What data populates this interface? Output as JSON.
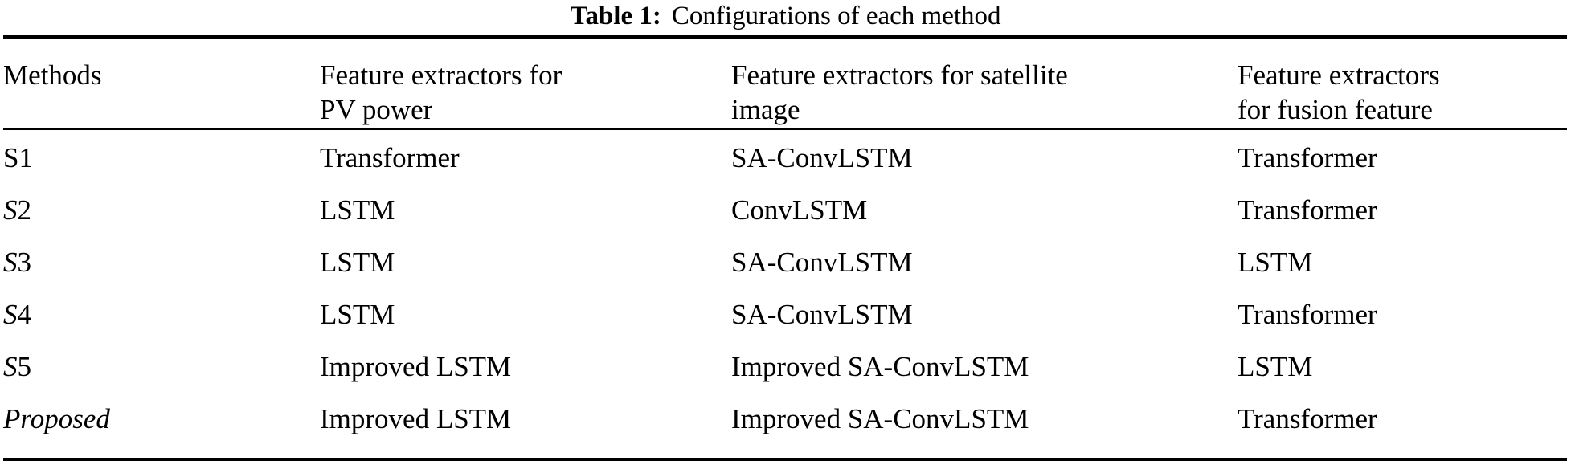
{
  "caption": {
    "label": "Table 1:",
    "text": "Configurations of each method"
  },
  "table": {
    "columns": [
      "Methods",
      "Feature extractors for\nPV power",
      "Feature extractors for satellite\nimage",
      "Feature extractors\nfor fusion feature"
    ],
    "rows": [
      {
        "method": "S1",
        "method_style": "normal",
        "pv_power": "Transformer",
        "satellite_image": "SA-ConvLSTM",
        "fusion_feature": "Transformer"
      },
      {
        "method": "S2",
        "method_style": "italic-s",
        "pv_power": "LSTM",
        "satellite_image": "ConvLSTM",
        "fusion_feature": "Transformer"
      },
      {
        "method": "S3",
        "method_style": "italic-s",
        "pv_power": "LSTM",
        "satellite_image": "SA-ConvLSTM",
        "fusion_feature": "LSTM"
      },
      {
        "method": "S4",
        "method_style": "italic-s",
        "pv_power": "LSTM",
        "satellite_image": "SA-ConvLSTM",
        "fusion_feature": "Transformer"
      },
      {
        "method": "S5",
        "method_style": "italic-s",
        "pv_power": "Improved LSTM",
        "satellite_image": "Improved SA-ConvLSTM",
        "fusion_feature": "LSTM"
      },
      {
        "method": "Proposed",
        "method_style": "italic",
        "pv_power": "Improved LSTM",
        "satellite_image": "Improved SA-ConvLSTM",
        "fusion_feature": "Transformer"
      }
    ]
  },
  "colors": {
    "text": "#000000",
    "background": "#ffffff",
    "rule": "#000000"
  }
}
